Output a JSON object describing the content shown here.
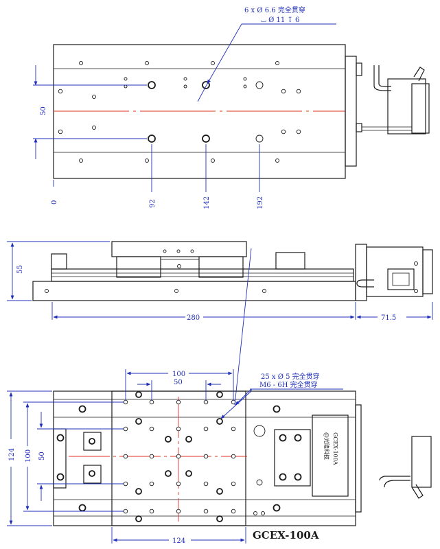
{
  "top_view": {
    "note_line1": "6 x Ø 6.6 完全贯穿",
    "note_line2": "⌴ Ø 11 ↧ 6",
    "dim_vertical": "50",
    "dim_x_0": "0",
    "dim_x_92": "92",
    "dim_x_142": "142",
    "dim_x_192": "192"
  },
  "side_view": {
    "dim_height": "55",
    "dim_length": "280",
    "dim_motor": "71.5"
  },
  "bottom_view": {
    "note_line1": "25 x Ø 5 完全贯穿",
    "note_line2": "M6 - 6H 完全贯穿",
    "dim_top_100": "100",
    "dim_top_50": "50",
    "dim_left_124": "124",
    "dim_left_100": "100",
    "dim_left_50": "50",
    "dim_bottom_124": "124",
    "brand_text": "@光隆科技",
    "model_small": "GCEX-100A",
    "model_label": "GCEX-100A"
  },
  "colors": {
    "dimension": "#1f2fb8",
    "centerline": "#e0301e",
    "outline": "#1a1a1a"
  }
}
